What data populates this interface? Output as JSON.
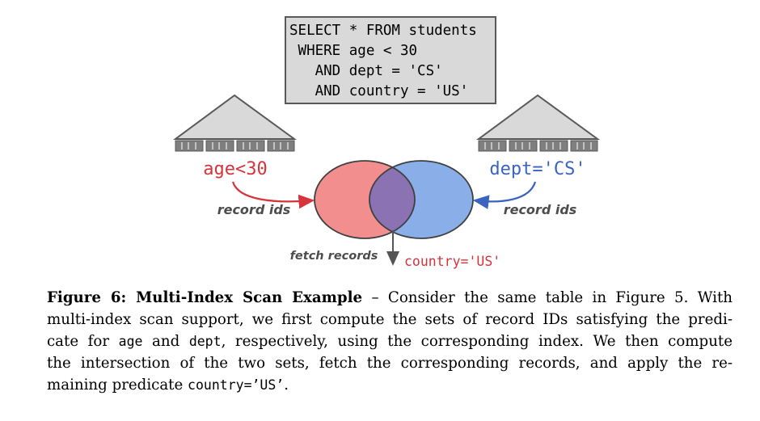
{
  "sql_query": {
    "line1": "SELECT * FROM students",
    "line2": " WHERE age < 30",
    "line3": "   AND dept = 'CS'",
    "line4": "   AND country = 'US'"
  },
  "left_index": {
    "predicate": "age<30",
    "arrow_label": "record ids"
  },
  "right_index": {
    "predicate": "dept='CS'",
    "arrow_label": "record ids"
  },
  "venn": {
    "left_color": "#f28e8e",
    "right_color": "#89aee8",
    "overlap_color": "#8b73b3"
  },
  "fetch": {
    "label": "fetch records",
    "remaining_predicate": "country='US'"
  },
  "colors": {
    "red_text": "#d6333b",
    "blue_text": "#3a63c2",
    "label_gray": "#4d4d4d"
  },
  "caption": {
    "figure_label": "Figure 6: Multi-Index Scan Example",
    "dash": " – ",
    "line1_rest": "Consider the same table in Figure 5. With",
    "line2": "multi-index scan support, we first compute the sets of record IDs satisfying the predi-",
    "line3_a": "cate for ",
    "code_age": "age",
    "line3_b": " and ",
    "code_dept": "dept",
    "line3_c": ", respectively, using the corresponding index. We then compute",
    "line4": "the intersection of the two sets, fetch the corresponding records, and apply the re-",
    "line5_a": "maining predicate ",
    "code_country": "country=’US’",
    "line5_b": "."
  }
}
